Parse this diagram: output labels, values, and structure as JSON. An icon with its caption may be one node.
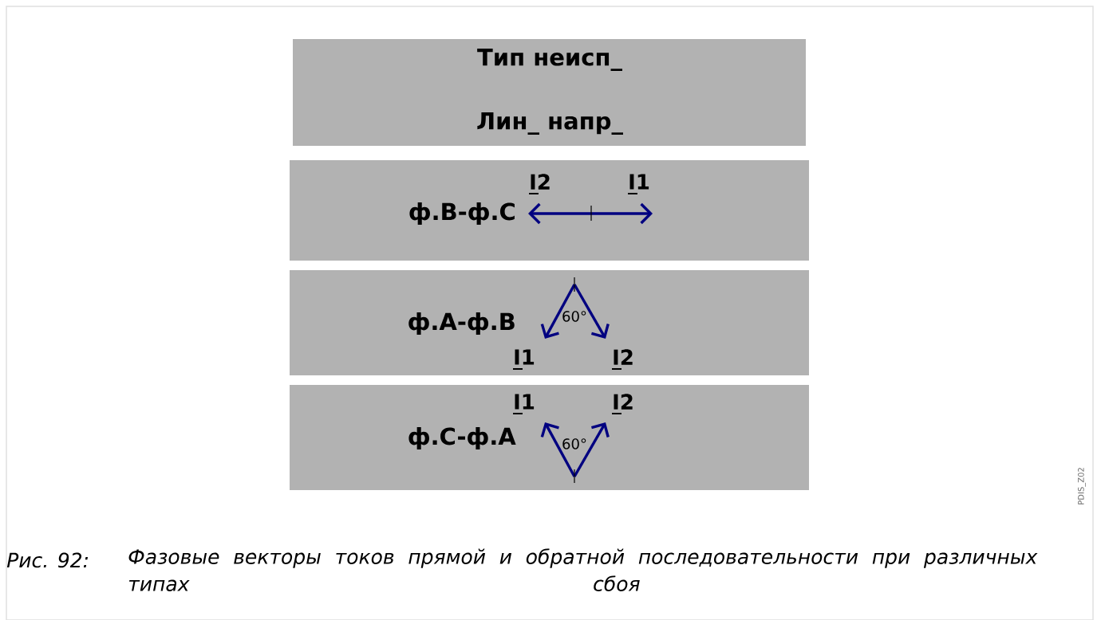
{
  "diagram": {
    "caption": "Фазовые векторы токов прямой и обратной последовательности при различных типах сбоя",
    "nodes": [
      {
        "text": [
          "Тип неисп_",
          "Лин_ напр_"
        ]
      },
      {
        "text": [
          "ф.B-ф.C"
        ]
      },
      {
        "text": [
          "ф.A-ф.B"
        ]
      },
      {
        "text": [
          "ф.C-ф.A"
        ]
      }
    ],
    "labels": [
      "I2",
      "I1",
      "60°",
      "I1",
      "I2",
      "I1",
      "I2",
      "60°",
      "PDIS_Z02",
      "Рис. 92:"
    ]
  }
}
